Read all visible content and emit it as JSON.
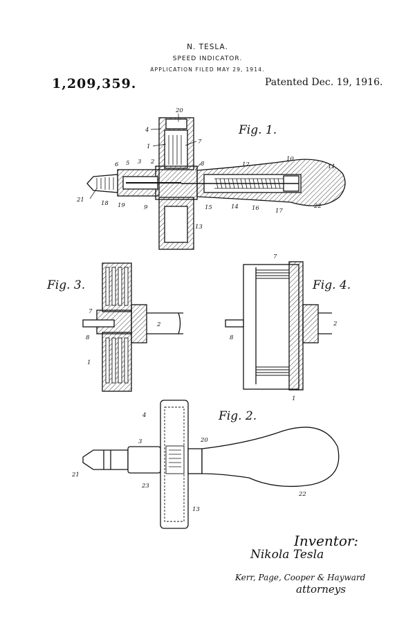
{
  "header": {
    "inventor": "N. TESLA.",
    "title": "SPEED INDICATOR.",
    "filed": "APPLICATION FILED MAY 29, 1914.",
    "patent_number": "1,209,359.",
    "patented": "Patented Dec. 19, 1916."
  },
  "figures": {
    "fig1": {
      "label": "Fig. 1.",
      "numerals": [
        "20",
        "4",
        "1",
        "7",
        "8",
        "12",
        "10",
        "11",
        "6",
        "5",
        "3",
        "2",
        "21",
        "18",
        "19",
        "9",
        "15",
        "14",
        "16",
        "17",
        "22",
        "13"
      ]
    },
    "fig2": {
      "label": "Fig. 2.",
      "numerals": [
        "4",
        "3",
        "20",
        "21",
        "23",
        "22",
        "13"
      ]
    },
    "fig3": {
      "label": "Fig. 3.",
      "numerals": [
        "7",
        "2",
        "8",
        "1"
      ]
    },
    "fig4": {
      "label": "Fig. 4.",
      "numerals": [
        "7",
        "2",
        "8",
        "1"
      ]
    }
  },
  "signatures": {
    "inventor_heading": "Inventor:",
    "inventor_signature": "Nikola Tesla",
    "attorney_signature": "Kerr, Page, Cooper & Hayward",
    "attorney_label": "attorneys"
  }
}
